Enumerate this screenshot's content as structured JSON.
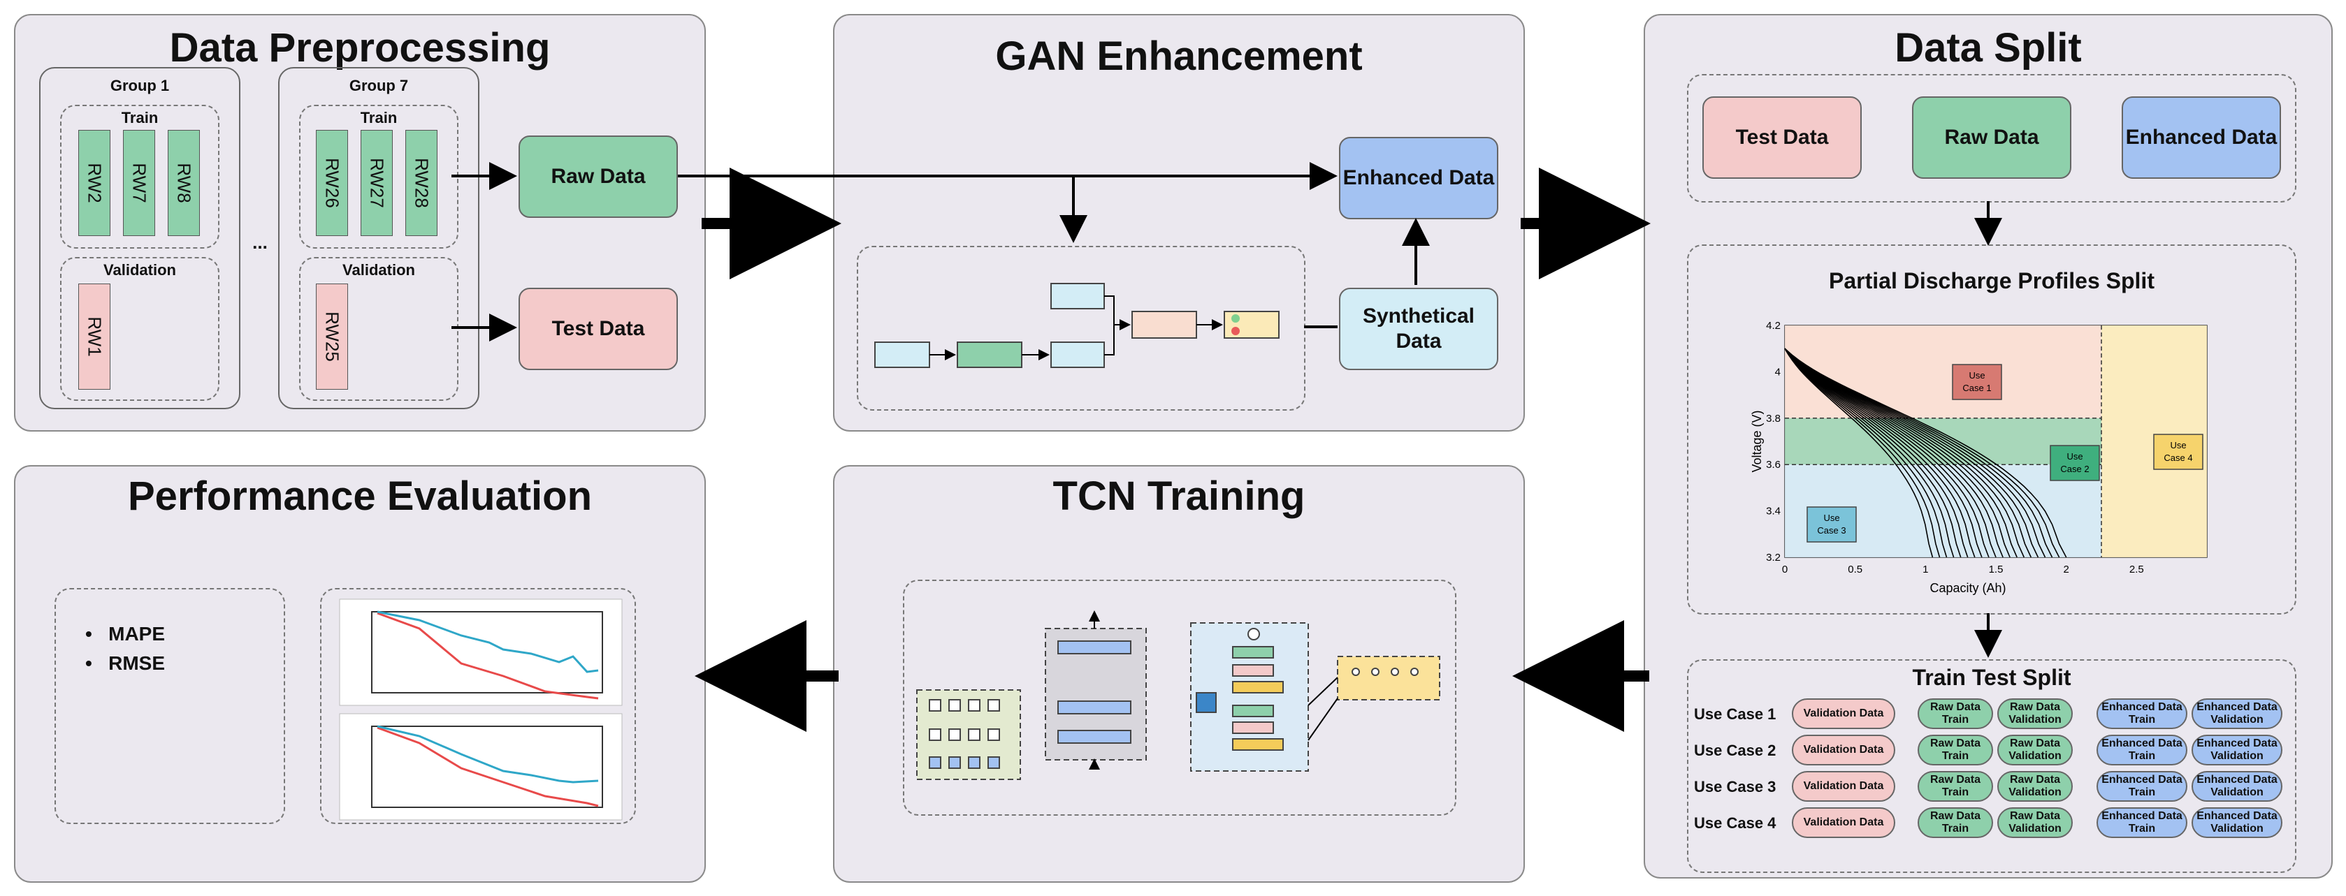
{
  "panels": {
    "preprocessing": {
      "title": "Data Preprocessing",
      "group1": {
        "label": "Group 1",
        "train": "Train",
        "validation": "Validation",
        "train_items": [
          "RW2",
          "RW7",
          "RW8"
        ],
        "val_item": "RW1"
      },
      "ellipsis": "...",
      "group7": {
        "label": "Group 7",
        "train": "Train",
        "validation": "Validation",
        "train_items": [
          "RW26",
          "RW27",
          "RW28"
        ],
        "val_item": "RW25"
      },
      "raw_data": "Raw Data",
      "test_data": "Test Data"
    },
    "gan": {
      "title": "GAN Enhancement",
      "enhanced_data": "Enhanced Data",
      "synthetical_data": "Synthetical Data"
    },
    "split": {
      "title": "Data Split",
      "test_data": "Test Data",
      "raw_data": "Raw Data",
      "enhanced_data": "Enhanced Data",
      "profiles_title": "Partial Discharge Profiles Split",
      "train_test_title": "Train Test Split"
    },
    "tcn": {
      "title": "TCN Training"
    },
    "performance": {
      "title": "Performance Evaluation",
      "metrics": [
        "MAPE",
        "RMSE"
      ]
    }
  },
  "chart_data": {
    "type": "line",
    "xlabel": "Capacity (Ah)",
    "ylabel": "Voltage (V)",
    "xlim": [
      0,
      3
    ],
    "ylim": [
      3.2,
      4.2
    ],
    "xticks": [
      "0",
      "0.5",
      "1",
      "1.5",
      "2",
      "2.5"
    ],
    "yticks": [
      "3.2",
      "3.4",
      "3.6",
      "3.8",
      "4",
      "4.2"
    ],
    "regions": [
      {
        "label": "Use Case 1",
        "y_range": [
          3.8,
          4.2
        ],
        "x_range": [
          0,
          2.25
        ],
        "color": "#f9ddd0"
      },
      {
        "label": "Use Case 2",
        "y_range": [
          3.6,
          3.8
        ],
        "x_range": [
          0,
          2.25
        ],
        "color": "#9fd3b3"
      },
      {
        "label": "Use Case 3",
        "y_range": [
          3.2,
          3.6
        ],
        "x_range": [
          0,
          2.25
        ],
        "color": "#d3e8f3"
      },
      {
        "label": "Use Case 4",
        "y_range": [
          3.2,
          4.2
        ],
        "x_range": [
          2.25,
          3
        ],
        "color": "#fbeab8"
      }
    ],
    "series_end_capacity_range": [
      1.05,
      2.0
    ],
    "series_count": 20
  },
  "train_test": {
    "rows": [
      {
        "label": "Use Case 1"
      },
      {
        "label": "Use Case 2"
      },
      {
        "label": "Use Case 3"
      },
      {
        "label": "Use Case 4"
      }
    ],
    "validation_data": "Validation Data",
    "raw_train": "Raw Data Train",
    "raw_validation": "Raw Data Validation",
    "enh_train": "Enhanced Data Train",
    "enh_validation": "Enhanced Data Validation"
  },
  "colors": {
    "green": "#8ed0ab",
    "pink": "#f4caca",
    "blue": "#a3c2f2",
    "light_blue": "#d3edf6",
    "panel": "#ebe8ef"
  }
}
